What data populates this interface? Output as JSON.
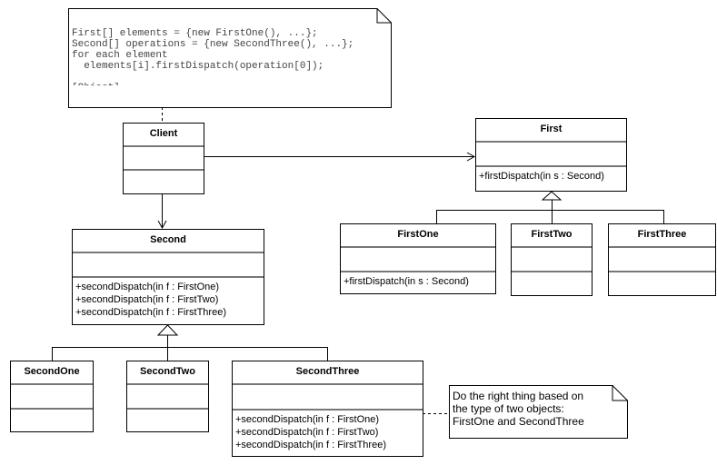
{
  "notes": {
    "client_code": {
      "lines": [
        "First[] elements = {new FirstOne(), ...};",
        "Second[] operations = {new SecondThree(), ...};",
        "for each element",
        "  elements[i].firstDispatch(operation[0]);",
        "",
        "[Object]"
      ]
    },
    "explanation": {
      "lines": [
        "Do the right thing based on",
        "the type of two objects:",
        "FirstOne and SecondThree"
      ]
    }
  },
  "classes": {
    "client": {
      "name": "Client",
      "operations": []
    },
    "first": {
      "name": "First",
      "operations": [
        "+firstDispatch(in s : Second)"
      ]
    },
    "first_one": {
      "name": "FirstOne",
      "operations": [
        "+firstDispatch(in s : Second)"
      ]
    },
    "first_two": {
      "name": "FirstTwo",
      "operations": []
    },
    "first_three": {
      "name": "FirstThree",
      "operations": []
    },
    "second": {
      "name": "Second",
      "operations": [
        "+secondDispatch(in f : FirstOne)",
        "+secondDispatch(in f : FirstTwo)",
        "+secondDispatch(in f : FirstThree)"
      ]
    },
    "second_one": {
      "name": "SecondOne",
      "operations": []
    },
    "second_two": {
      "name": "SecondTwo",
      "operations": []
    },
    "second_three": {
      "name": "SecondThree",
      "operations": [
        "+secondDispatch(in f : FirstOne)",
        "+secondDispatch(in f : FirstTwo)",
        "+secondDispatch(in f : FirstThree)"
      ]
    }
  }
}
